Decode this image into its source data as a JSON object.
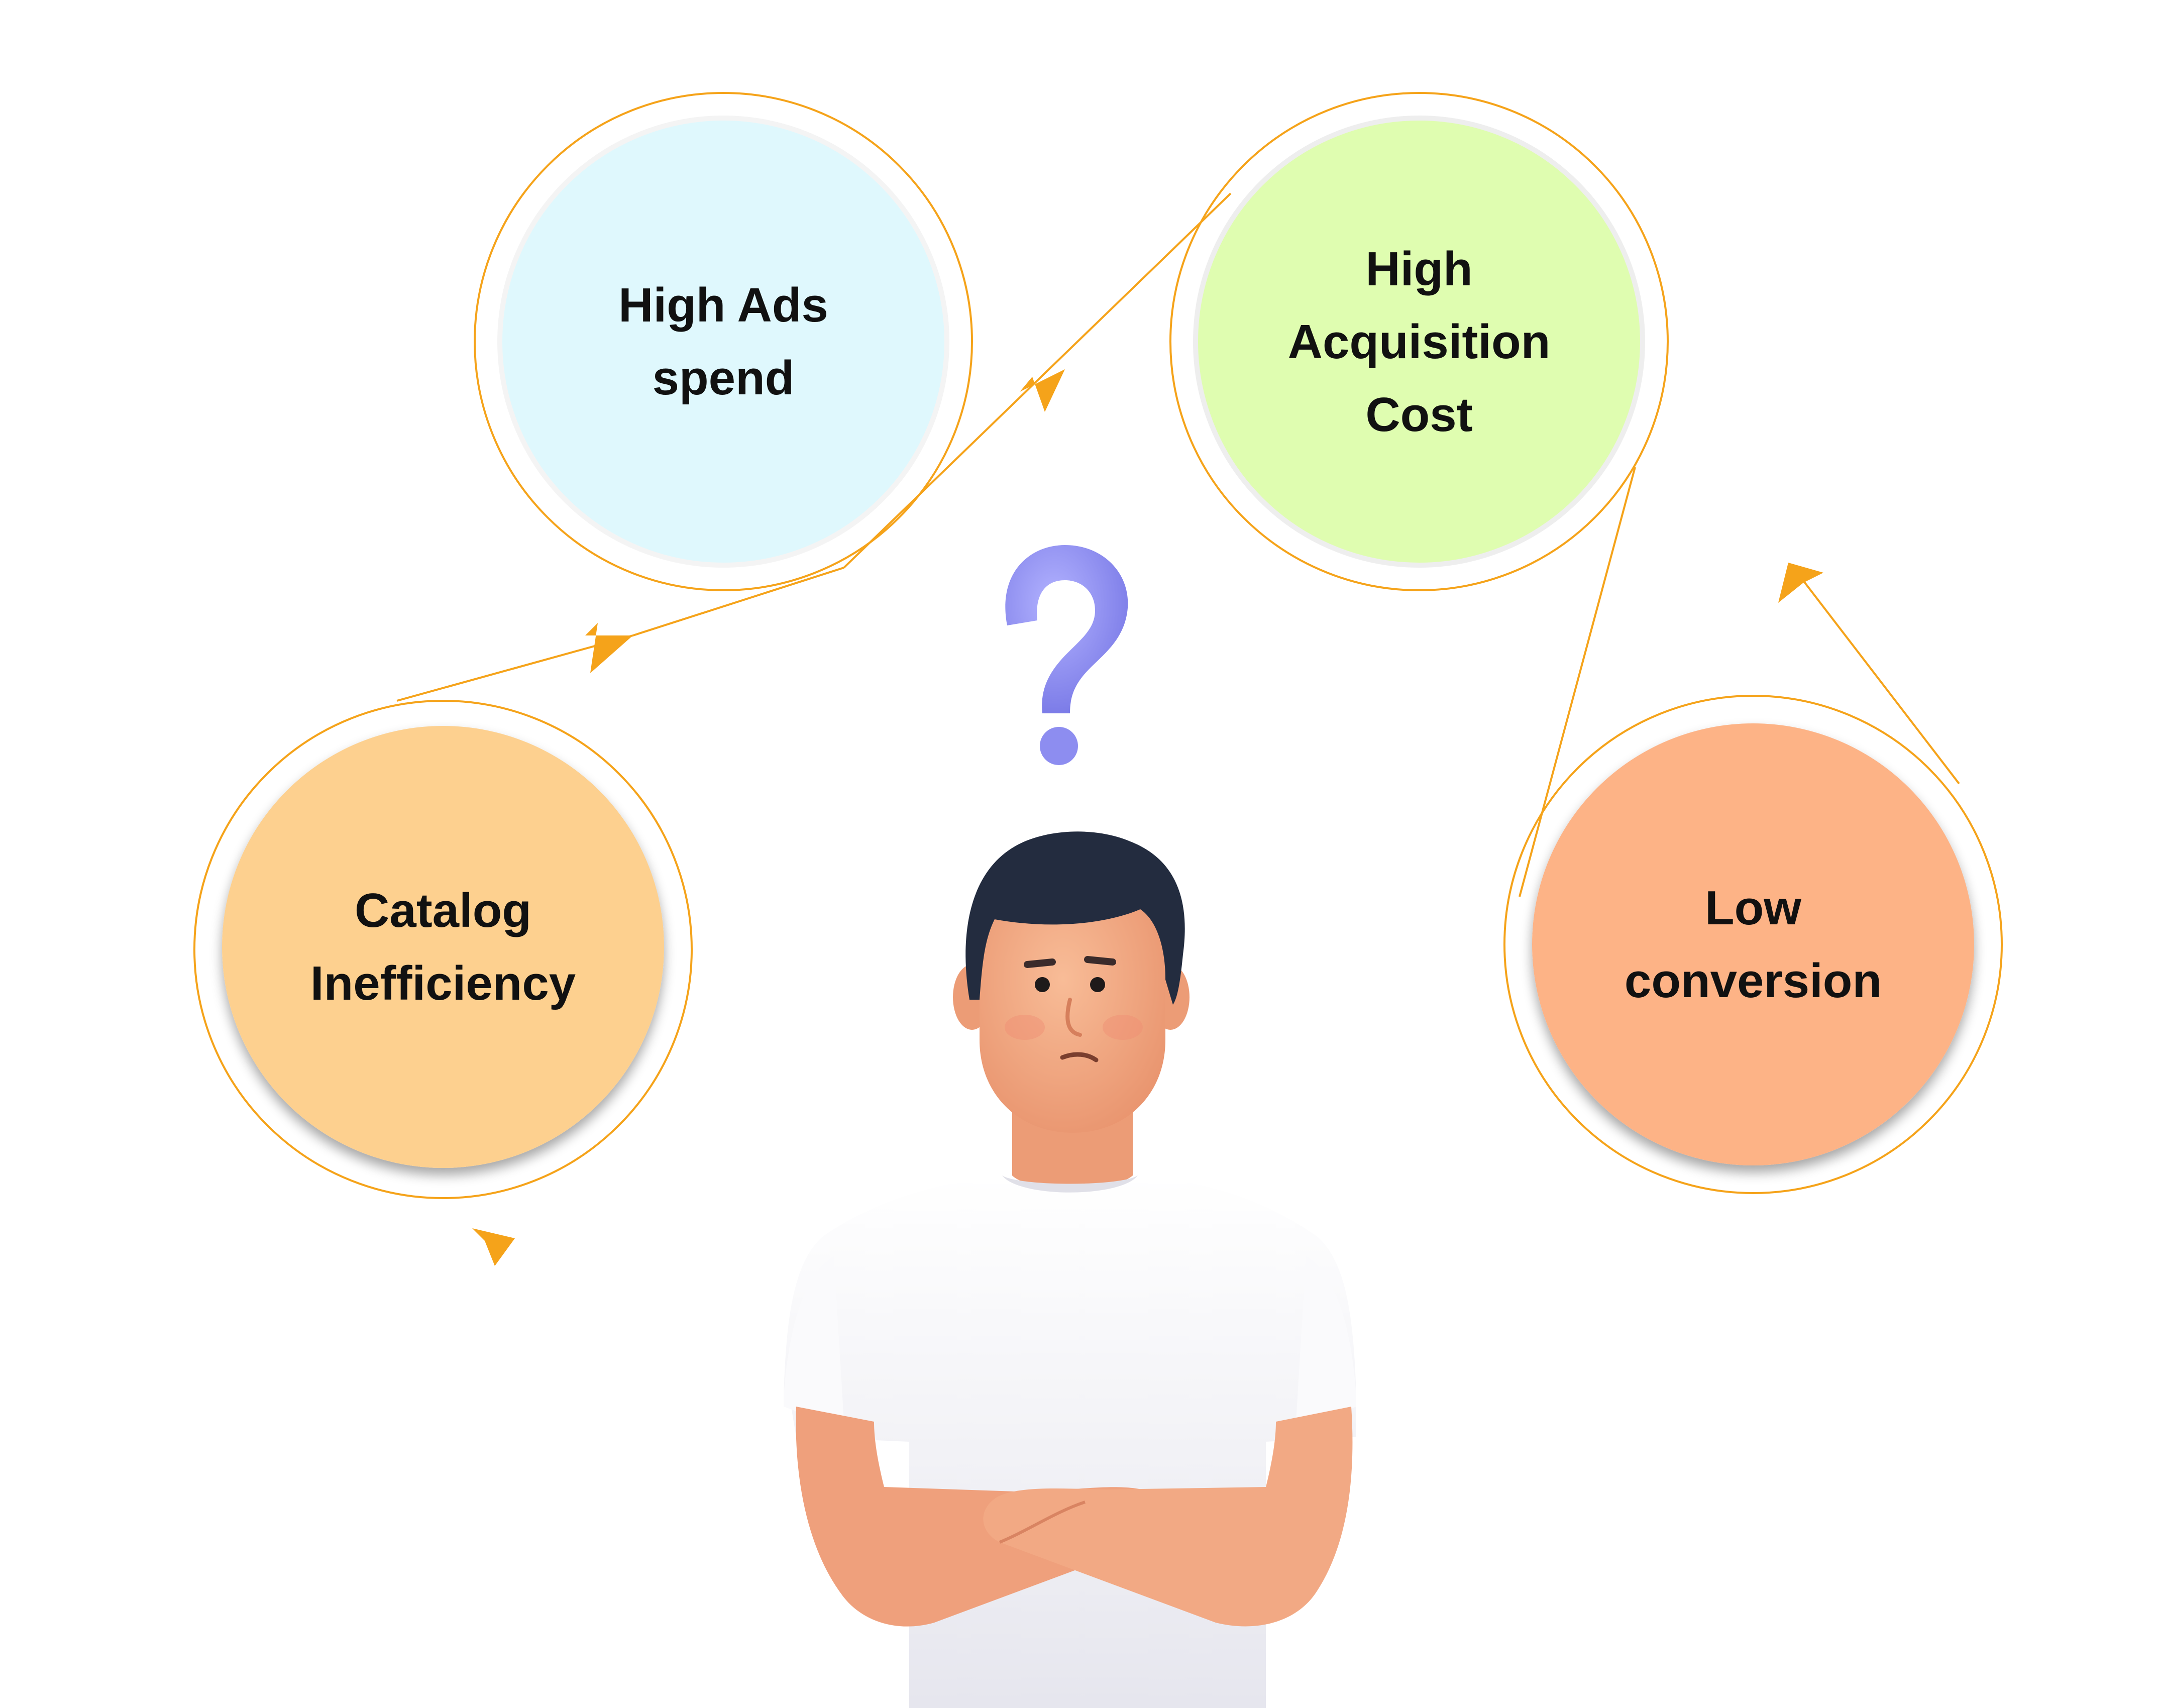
{
  "nodes": [
    {
      "id": "catalog",
      "lines": [
        "Catalog",
        "Inefficiency"
      ],
      "fill": "#FDD08F",
      "shadow": true
    },
    {
      "id": "ads",
      "lines": [
        "High Ads",
        "spend"
      ],
      "fill": "#DFF8FD",
      "shadow": false
    },
    {
      "id": "acq",
      "lines": [
        "High",
        "Acquisition",
        "Cost"
      ],
      "fill": "#DFFDB0",
      "shadow": false
    },
    {
      "id": "conv",
      "lines": [
        "Low",
        "conversion"
      ],
      "fill": "#FDB386",
      "shadow": true
    }
  ],
  "colors": {
    "ring": "#F5A31A",
    "arrow": "#F5A31A",
    "question_mark": "#8D8DF0",
    "skin": "#F2A580",
    "hair": "#232C3F",
    "shirt": "#F3F3F7"
  },
  "figure": {
    "icon": "confused-man-with-crossed-arms",
    "question_icon": "question-mark-icon"
  }
}
